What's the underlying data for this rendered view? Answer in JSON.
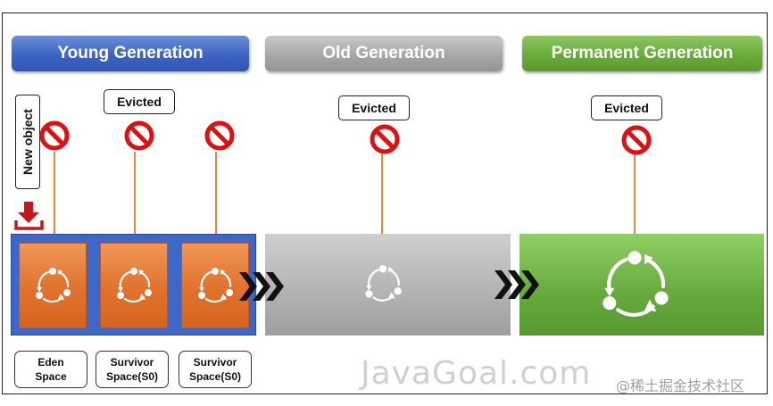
{
  "headers": {
    "young": "Young Generation",
    "old": "Old Generation",
    "permanent": "Permanent  Generation"
  },
  "evicted_labels": {
    "young": "Evicted",
    "old": "Evicted",
    "permanent": "Evicted"
  },
  "new_object_label": "New object",
  "spaces": {
    "eden": {
      "line1": "Eden",
      "line2": "Space"
    },
    "survivor_s0": {
      "line1": "Survivor",
      "line2": "Space(S0)"
    },
    "survivor_s1": {
      "line1": "Survivor",
      "line2": "Space(S0)"
    }
  },
  "watermark": {
    "brand": "JavaGoal.com",
    "platform": "@稀土掘金技术社区"
  },
  "colors": {
    "young": "#3d68c8",
    "old": "#a7a7a7",
    "permanent": "#6aab3a",
    "space": "#e0722c",
    "no_symbol": "#e01010",
    "connector": "#e8893a",
    "download_arrow": "#c0181c"
  },
  "icons": {
    "no_symbol": "prohibited-icon",
    "cycle": "recycle-cycle-icon",
    "arrow_chevrons": "chevron-right-triple-icon",
    "download": "download-tray-icon"
  }
}
